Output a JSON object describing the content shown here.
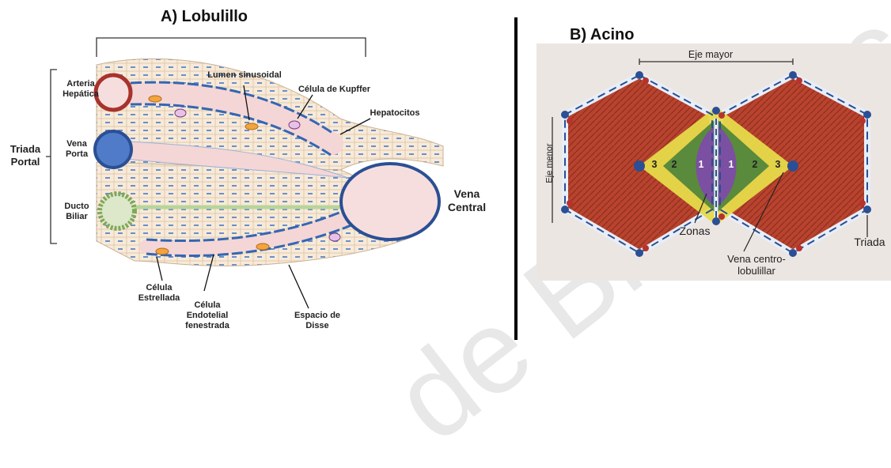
{
  "panel_a": {
    "title": "A) Lobulillo",
    "labels": {
      "arteria": "Arteria Hepática",
      "vena_porta": "Vena Porta",
      "ducto": "Ducto Biliar",
      "triada_portal": "Triada Portal",
      "lumen": "Lumen sinusoidal",
      "kupffer": "Célula de Kupffer",
      "hepatocitos": "Hepatocitos",
      "vena_central": "Vena Central",
      "estrellada": "Célula Estrellada",
      "endotelial": "Célula Endotelial fenestrada",
      "disse": "Espacio de Disse"
    }
  },
  "panel_b": {
    "title": "B) Acino",
    "labels": {
      "eje_mayor": "Eje mayor",
      "eje_menor": "Eje menor",
      "zone1": "1",
      "zone2": "2",
      "zone3": "3",
      "zonas": "Zonas",
      "vena_centro": "Vena centro- lobulillar",
      "triada": "Triada"
    }
  },
  "watermark": "de Bibliotecas",
  "colors": {
    "arteria": "#a8322d",
    "vena": "#3b63b0",
    "ducto": "#9fbf7a",
    "hepatocyte": "#f8ead8",
    "sinusoid": "#3466b3",
    "vena_central": "#f7dede",
    "zone3": "#b8432e",
    "zone2": "#e6da4a",
    "zone1": "#5a8a3c",
    "zone_center": "#7b4fa2",
    "divider": "#000000"
  }
}
